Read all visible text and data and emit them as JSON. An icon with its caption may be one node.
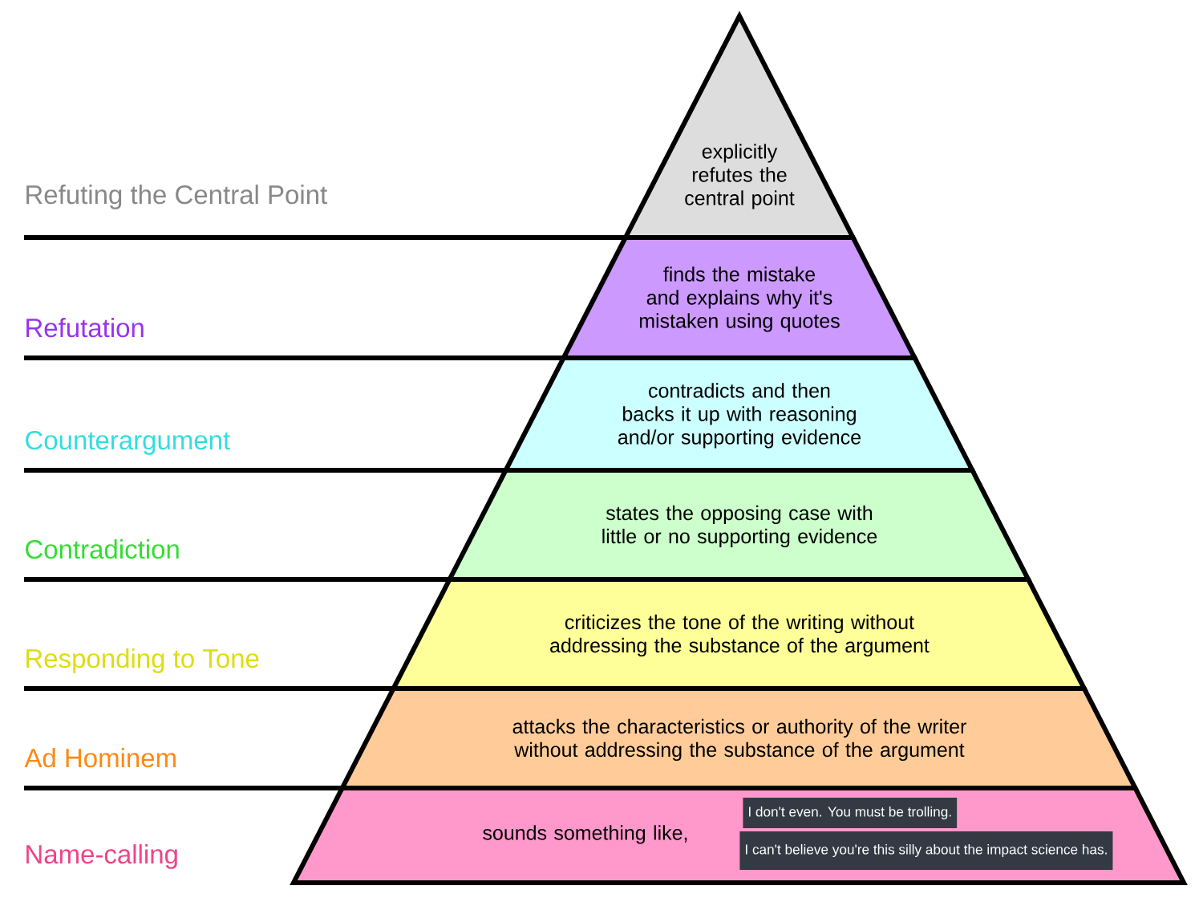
{
  "diagram": {
    "nodes": [
      {
        "text": [
          "explicitly refutes the central point"
        ]
      },
      {
        "text": [
          "finds the mistake and explains why it's mistaken using quotes"
        ]
      },
      {
        "text": [
          "contradicts and then backs it up with reasoning and/or supporting evidence"
        ]
      },
      {
        "text": [
          "states the opposing case with little or no supporting evidence"
        ]
      },
      {
        "text": [
          "criticizes the tone of the writing without addressing the substance of the argument"
        ]
      },
      {
        "text": [
          "attacks the characteristics or authority of the writer without addressing the substance of the argument"
        ]
      },
      {
        "text": [
          "sounds something like,"
        ]
      },
      {
        "text": [
          "I don't even. You must be trolling."
        ],
        "in": 6
      },
      {
        "text": [
          "I can't believe you're this silly about the impact science has."
        ],
        "in": 6
      }
    ],
    "edges": [],
    "labels": [
      "Refuting the Central Point",
      "Refutation",
      "Counterargument",
      "Contradiction",
      "Responding to Tone",
      "Ad Hominem",
      "Name-calling"
    ]
  }
}
